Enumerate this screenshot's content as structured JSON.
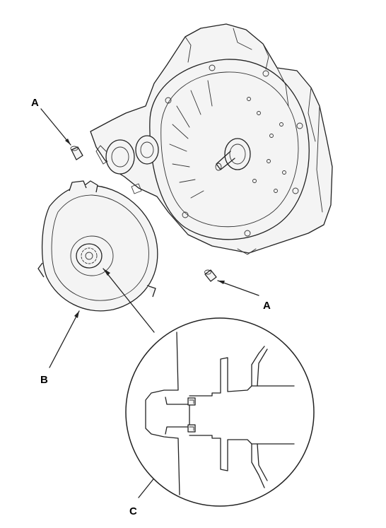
{
  "callouts": {
    "a_top": "A",
    "a_bottom": "A",
    "b": "B",
    "c": "C"
  },
  "colors": {
    "line": "#222222",
    "background": "#ffffff"
  }
}
